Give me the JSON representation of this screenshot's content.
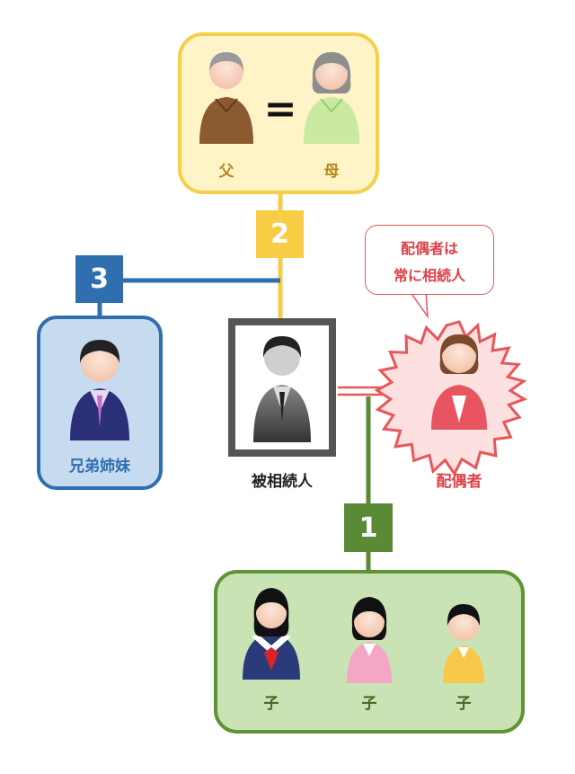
{
  "diagram": {
    "parents": {
      "father_label": "父",
      "mother_label": "母",
      "equals_sign": "="
    },
    "rank2": "2",
    "rank3": "3",
    "rank1": "1",
    "siblings_label": "兄弟姉妹",
    "decedent_label": "被相続人",
    "spouse_label": "配偶者",
    "spouse_note": {
      "line1": "配偶者は",
      "line2": "常に相続人"
    },
    "children": {
      "child1_label": "子",
      "child2_label": "子",
      "child3_label": "子"
    },
    "colors": {
      "parents_fill": "#fff3c8",
      "parents_border": "#f5cf4a",
      "rank2_yellow": "#f8cc45",
      "siblings_fill": "#c6dbf0",
      "siblings_border": "#2f6fb0",
      "rank3_blue": "#2f6fb0",
      "children_fill": "#c9e3b5",
      "children_border": "#5e9437",
      "rank1_green": "#5a8a36",
      "spouse_red": "#e04048",
      "decedent_frame": "#555555"
    }
  }
}
